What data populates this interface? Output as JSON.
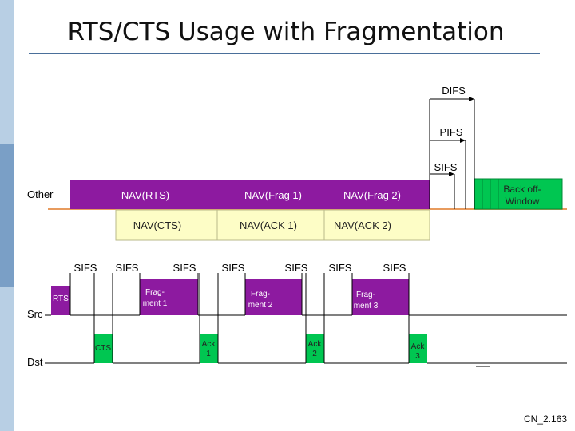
{
  "title": "RTS/CTS Usage with Fragmentation",
  "footer": "CN_2.163",
  "timeline_labels": {
    "other": "Other",
    "src": "Src",
    "dst": "Dst"
  },
  "interval_labels": {
    "difs": "DIFS",
    "pifs": "PIFS",
    "sifs_top": "SIFS"
  },
  "nav_bars": {
    "nav_rts": "NAV(RTS)",
    "nav_frag1": "NAV(Frag 1)",
    "nav_frag2": "NAV(Frag 2)",
    "nav_cts": "NAV(CTS)",
    "nav_ack1": "NAV(ACK 1)",
    "nav_ack2": "NAV(ACK 2)"
  },
  "backoff": {
    "line1": "Back off-",
    "line2": "Window"
  },
  "sifs_labels": [
    "SIFS",
    "SIFS",
    "SIFS",
    "SIFS",
    "SIFS",
    "SIFS",
    "SIFS"
  ],
  "frames": {
    "rts": "RTS",
    "cts": "CTS",
    "frag1_l1": "Frag-",
    "frag1_l2": "ment 1",
    "frag2_l1": "Frag-",
    "frag2_l2": "ment 2",
    "frag3_l1": "Frag-",
    "frag3_l2": "ment 3",
    "ack1_l1": "Ack",
    "ack1_l2": "1",
    "ack2_l1": "Ack",
    "ack2_l2": "2",
    "ack3_l1": "Ack",
    "ack3_l2": "3"
  },
  "colors": {
    "purple": "#8d1aa0",
    "yellow": "#fdfdc6",
    "green": "#00c651",
    "timeline_orange": "#e89b5e",
    "sidebar": "#b8cfe4"
  }
}
